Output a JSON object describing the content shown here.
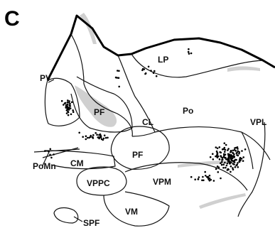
{
  "figure": {
    "panel_letter": "C",
    "regions": [
      {
        "key": "PV",
        "label": "PV"
      },
      {
        "key": "LP",
        "label": "LP"
      },
      {
        "key": "Po",
        "label": "Po"
      },
      {
        "key": "CL",
        "label": "CL"
      },
      {
        "key": "PF_upper",
        "label": "PF"
      },
      {
        "key": "PF_lower",
        "label": "PF"
      },
      {
        "key": "VPL",
        "label": "VPL"
      },
      {
        "key": "PoMn",
        "label": "PoMn"
      },
      {
        "key": "CM",
        "label": "CM"
      },
      {
        "key": "VPPC",
        "label": "VPPC"
      },
      {
        "key": "VPM",
        "label": "VPM"
      },
      {
        "key": "VM",
        "label": "VM"
      },
      {
        "key": "SPF",
        "label": "SPF"
      }
    ]
  }
}
